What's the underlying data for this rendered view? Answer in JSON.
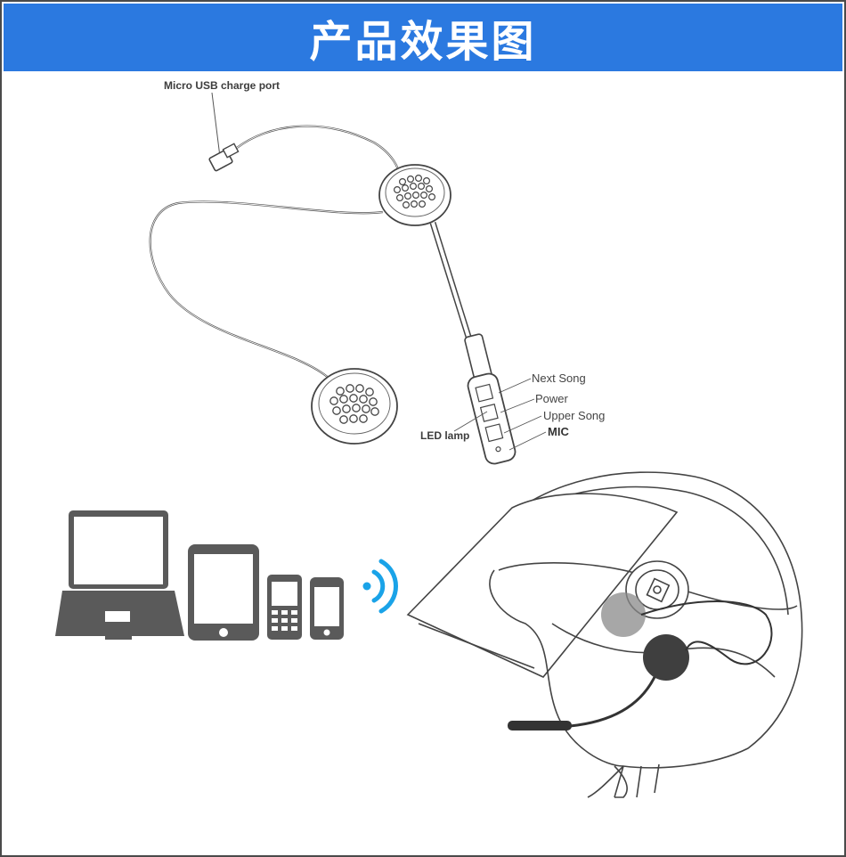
{
  "header": {
    "title": "产品效果图",
    "background": "#2b79e0"
  },
  "diagram": {
    "labels": {
      "usb_port": "Micro USB charge port",
      "next_song": "Next Song",
      "power": "Power",
      "upper_song": "Upper Song",
      "mic": "MIC",
      "led_lamp": "LED lamp"
    }
  },
  "icons": [
    "laptop-icon",
    "tablet-icon",
    "feature-phone-icon",
    "smartphone-icon",
    "wireless-signal-icon"
  ],
  "colors": {
    "device_gray": "#5a5a5a",
    "signal_blue": "#1aa3e8",
    "speaker_dark": "#3f3f3f"
  }
}
